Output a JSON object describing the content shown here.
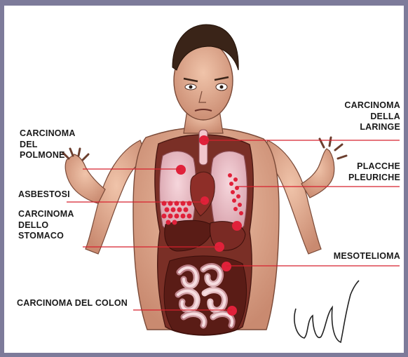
{
  "labels": {
    "polmone": "CARCINOMA\nDEL\nPOLMONE",
    "asbestosi": "ASBESTOSI",
    "stomaco": "CARCINOMA\nDELLO\nSTOMACO",
    "colon": "CARCINOMA DEL COLON",
    "laringe": "CARCINOMA\nDELLA\nLARINGE",
    "placche": "PLACCHE\nPLEURICHE",
    "mesotelioma": "MESOTELIOMA"
  },
  "colors": {
    "frame": "#7d7b9a",
    "leader_line": "#d8202e",
    "marker": "#e0213a",
    "skin": "#e8b49a",
    "organ_dark": "#6e2a22"
  }
}
